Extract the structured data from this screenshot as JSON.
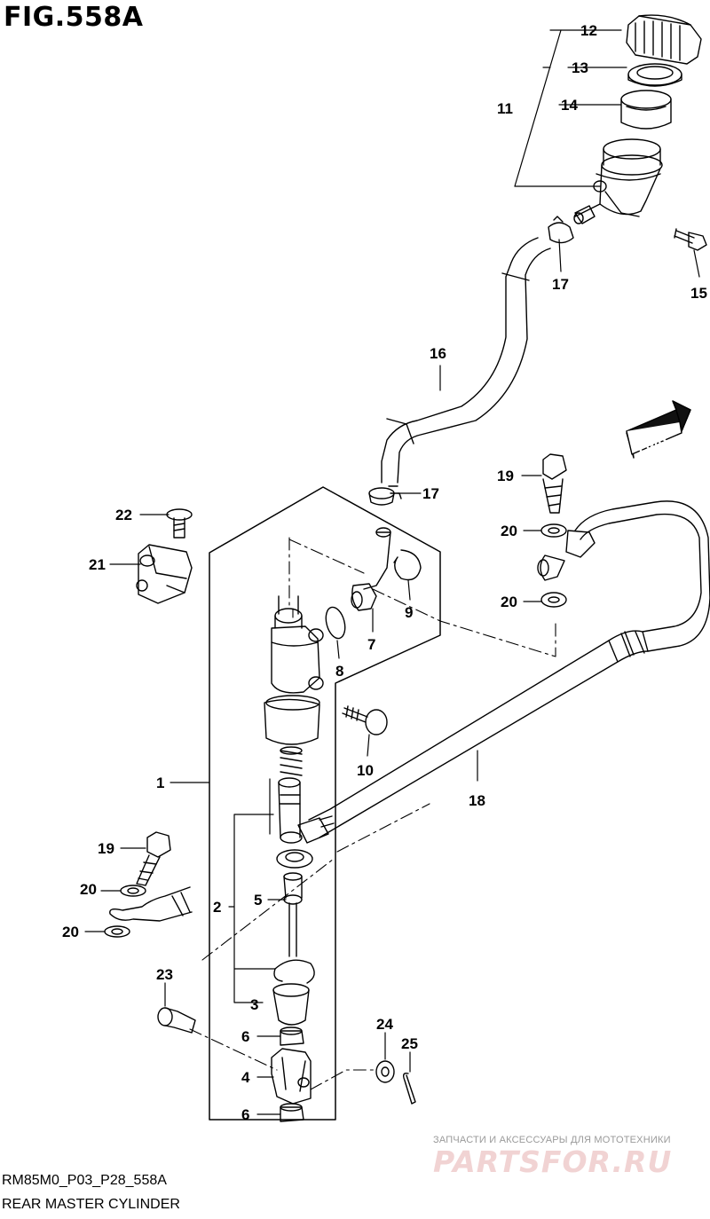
{
  "figure": {
    "title": "FIG.558A",
    "code": "RM85M0_P03_P28_558A",
    "name": "REAR MASTER CYLINDER",
    "direction_badge": "FWD"
  },
  "callouts": {
    "c1": "1",
    "c2": "2",
    "c3": "3",
    "c4": "4",
    "c5": "5",
    "c6a": "6",
    "c6b": "6",
    "c7": "7",
    "c8": "8",
    "c9": "9",
    "c10": "10",
    "c11": "11",
    "c12": "12",
    "c13": "13",
    "c14": "14",
    "c15": "15",
    "c16": "16",
    "c17a": "17",
    "c17b": "17",
    "c18": "18",
    "c19a": "19",
    "c19b": "19",
    "c20a": "20",
    "c20b": "20",
    "c20c": "20",
    "c20d": "20",
    "c21": "21",
    "c22": "22",
    "c23": "23",
    "c24": "24",
    "c25": "25"
  },
  "watermark": {
    "caption": "ЗАПЧАСТИ И АКСЕССУАРЫ ДЛЯ МОТОТЕХНИКИ",
    "logo": "PARTSFOR.RU"
  }
}
